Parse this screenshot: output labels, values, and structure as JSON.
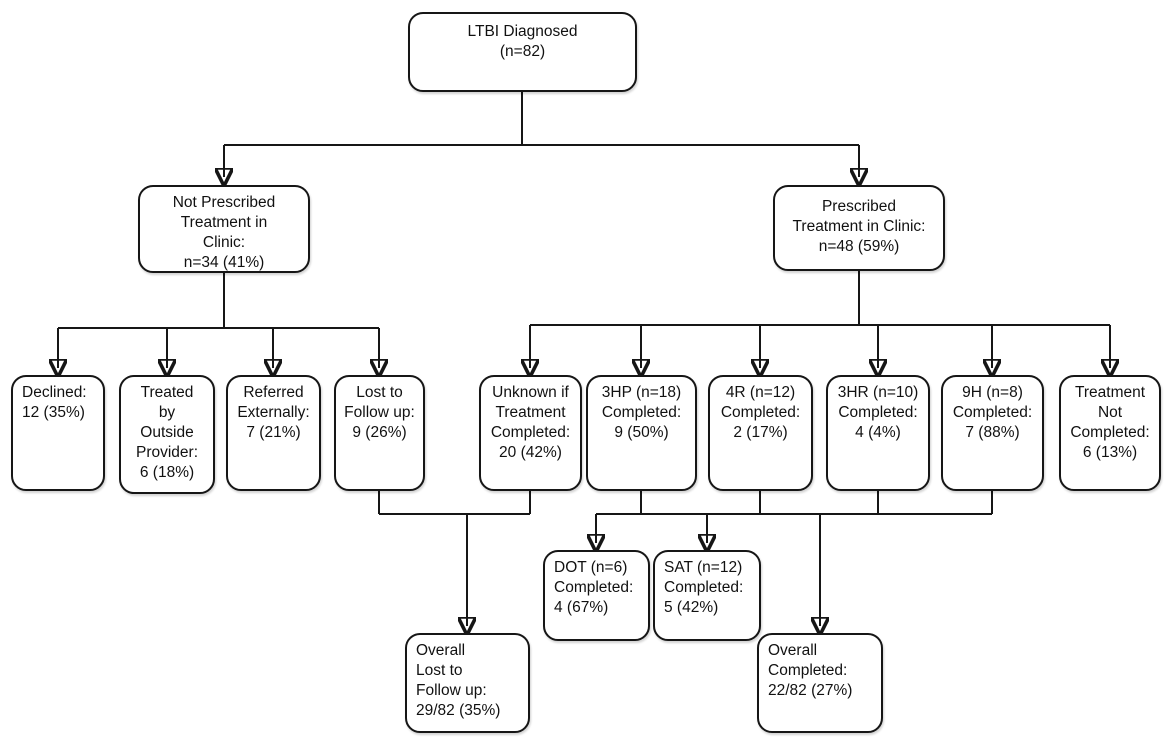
{
  "figure": {
    "type": "flowchart",
    "palette": {
      "ink": "#161616",
      "box_fill": "#ffffff",
      "text": "#111111",
      "background": "#ffffff"
    }
  },
  "nodes": {
    "ltbi": {
      "text": "LTBI Diagnosed\n(n=82)"
    },
    "not_prescribed": {
      "text": "Not Prescribed\nTreatment in\nClinic:\nn=34 (41%)"
    },
    "prescribed": {
      "text": "Prescribed\nTreatment in Clinic:\nn=48 (59%)"
    },
    "declined": {
      "text": "Declined:\n12 (35%)"
    },
    "treated_outside": {
      "text": "Treated\nby\nOutside\nProvider:\n6 (18%)"
    },
    "referred": {
      "text": "Referred\nExternally:\n7 (21%)"
    },
    "lost_followup": {
      "text": "Lost to\nFollow up:\n9 (26%)"
    },
    "unknown": {
      "text": "Unknown if\nTreatment\nCompleted:\n20 (42%)"
    },
    "hp3": {
      "text": "3HP (n=18)\nCompleted:\n9 (50%)"
    },
    "r4": {
      "text": "4R (n=12)\nCompleted:\n2 (17%)"
    },
    "hr3": {
      "text": "3HR (n=10)\nCompleted:\n4 (4%)"
    },
    "h9": {
      "text": "9H (n=8)\nCompleted:\n7 (88%)"
    },
    "not_completed": {
      "text": "Treatment\nNot\nCompleted:\n6 (13%)"
    },
    "dot": {
      "text": "DOT (n=6)\nCompleted:\n4 (67%)"
    },
    "sat": {
      "text": "SAT (n=12)\nCompleted:\n5 (42%)"
    },
    "overall_lost": {
      "text": "Overall\nLost to\nFollow up:\n29/82 (35%)"
    },
    "overall_completed": {
      "text": "Overall\nCompleted:\n22/82 (27%)"
    }
  }
}
